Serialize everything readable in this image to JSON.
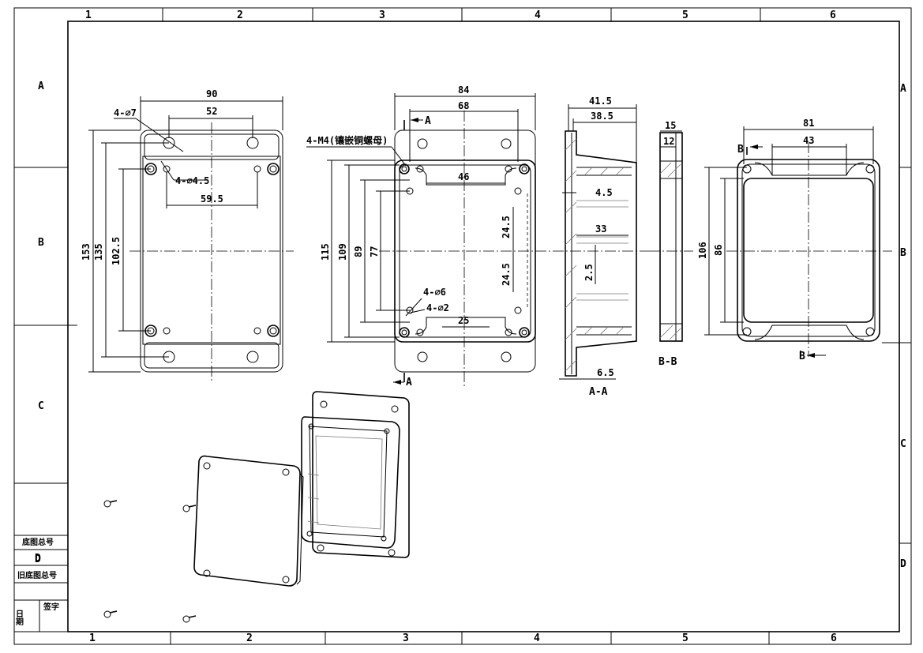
{
  "frame": {
    "col_labels_top": [
      "1",
      "2",
      "3",
      "4",
      "5",
      "6"
    ],
    "col_labels_bottom": [
      "1",
      "2",
      "3",
      "4",
      "5",
      "6"
    ],
    "row_labels_left": [
      "A",
      "B",
      "C",
      "D"
    ],
    "row_labels_right": [
      "A",
      "B",
      "C",
      "D"
    ]
  },
  "title_block": {
    "orig_drawing_no": "底图总号",
    "orig_drawing_letter": "D",
    "old_base_no": "旧底图总号",
    "date": "日期",
    "signature": "签字"
  },
  "lid_view": {
    "dims": {
      "width_overall": "90",
      "hole_dia_top": "4-⌀7",
      "hole_spacing_top": "52",
      "hole_dia_inner": "4-⌀4.5",
      "inner_spacing": "59.5",
      "height_overall": "153",
      "height_mid": "135",
      "height_inner": "102.5"
    }
  },
  "body_view": {
    "dims": {
      "width_overall": "84",
      "width_inner": "68",
      "thread_note": "4-M4(镶嵌铜螺母)",
      "rib_spacing": "46",
      "height_overall": "115",
      "height_2": "109",
      "height_3": "89",
      "height_4": "77",
      "rib_a": "24.5",
      "rib_b": "24.5",
      "hole_dia_a": "4-⌀6",
      "hole_dia_b": "4-⌀2",
      "bottom_spacing": "25",
      "section_mark": "A"
    }
  },
  "section_aa": {
    "dims": {
      "depth_overall": "41.5",
      "depth_inner": "38.5",
      "d_4_5": "4.5",
      "d_33": "33",
      "d_2_5": "2.5",
      "d_6_5": "6.5"
    },
    "label": "A-A"
  },
  "section_bb": {
    "dims": {
      "d_15": "15",
      "d_12": "12"
    },
    "label": "B-B"
  },
  "inner_view": {
    "dims": {
      "width_overall": "81",
      "width_inner": "43",
      "height_overall": "106",
      "height_inner": "86"
    },
    "section_mark": "B"
  }
}
